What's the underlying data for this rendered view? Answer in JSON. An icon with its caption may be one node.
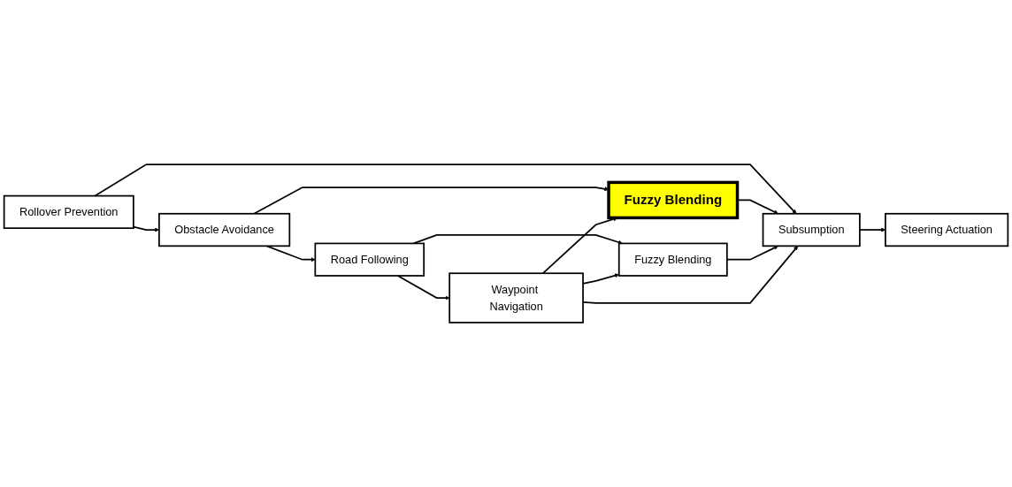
{
  "diagram": {
    "nodes": [
      {
        "text": [
          "Rollover Prevention"
        ]
      },
      {
        "text": [
          "Obstacle Avoidance"
        ]
      },
      {
        "text": [
          "Road Following"
        ]
      },
      {
        "text": [
          "Waypoint Navigation"
        ]
      },
      {
        "text": [
          "Fuzzy Blending"
        ]
      },
      {
        "text": [
          "Fuzzy Blending"
        ]
      },
      {
        "text": [
          "Subsumption"
        ]
      },
      {
        "text": [
          "Steering Actuation"
        ]
      }
    ],
    "edges": [
      {
        "from": 0,
        "to": 1,
        "arrow": "to"
      },
      {
        "from": 1,
        "to": 2,
        "arrow": "to"
      },
      {
        "from": 2,
        "to": 3,
        "arrow": "to"
      },
      {
        "from": 0,
        "to": 6,
        "arrow": "to"
      },
      {
        "from": 1,
        "to": 4,
        "arrow": "to"
      },
      {
        "from": 3,
        "to": 4,
        "arrow": "to"
      },
      {
        "from": 2,
        "to": 5,
        "arrow": "to"
      },
      {
        "from": 3,
        "to": 5,
        "arrow": "to"
      },
      {
        "from": 4,
        "to": 6,
        "arrow": "to"
      },
      {
        "from": 5,
        "to": 6,
        "arrow": "to"
      },
      {
        "from": 3,
        "to": 6,
        "arrow": "to"
      },
      {
        "from": 6,
        "to": 7,
        "arrow": "to"
      }
    ]
  }
}
